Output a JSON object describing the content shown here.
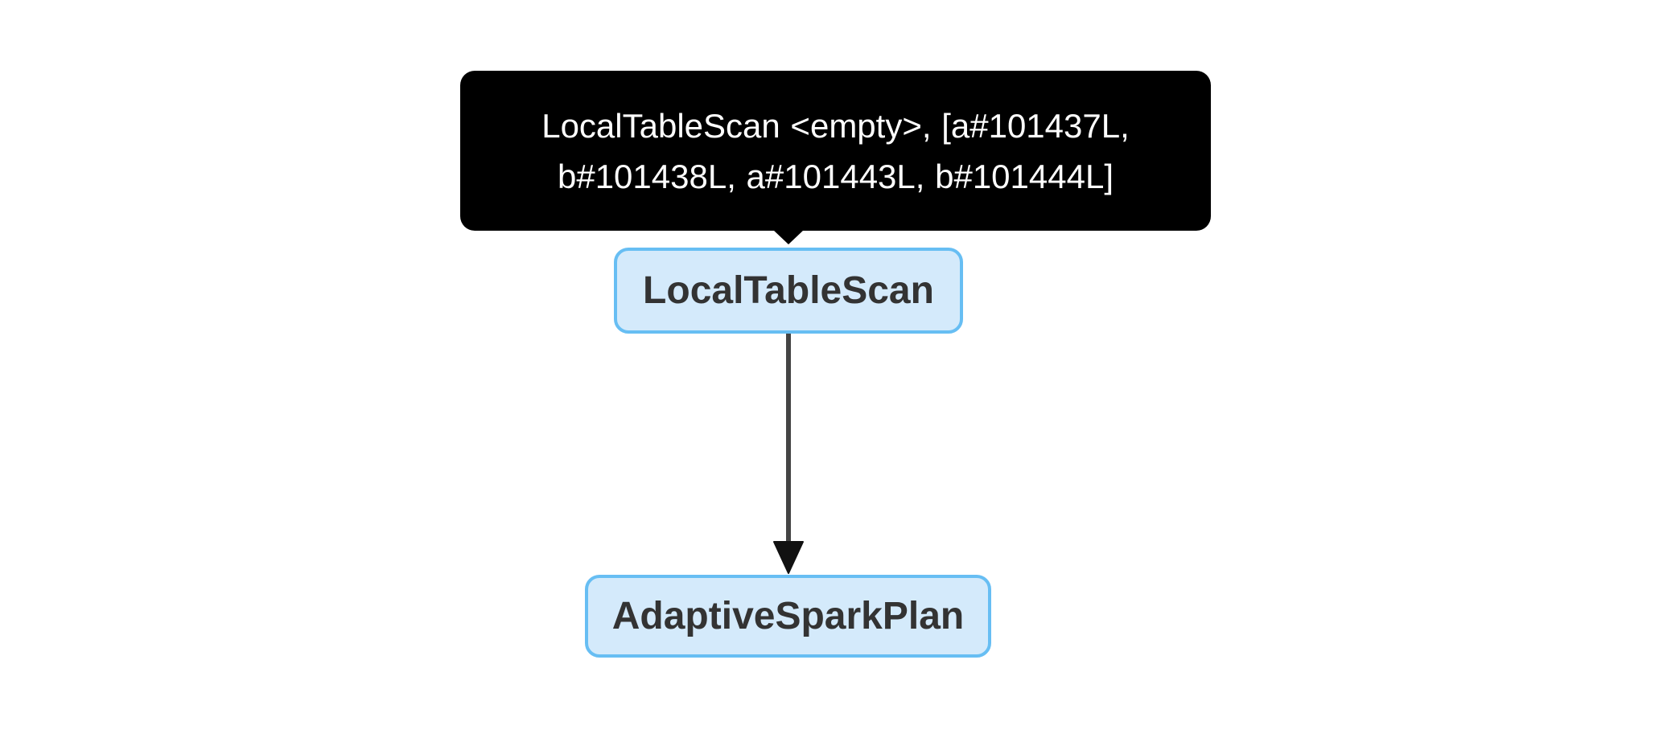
{
  "diagram": {
    "tooltip": {
      "text": "LocalTableScan <empty>, [a#101437L, b#101438L, a#101443L, b#101444L]"
    },
    "nodes": [
      {
        "id": "node-0",
        "label": "LocalTableScan"
      },
      {
        "id": "node-1",
        "label": "AdaptiveSparkPlan"
      }
    ],
    "edges": [
      {
        "from": "LocalTableScan",
        "to": "AdaptiveSparkPlan"
      }
    ],
    "colors": {
      "background": "#ffffff",
      "tooltip_bg": "#000000",
      "tooltip_text": "#ffffff",
      "node_fill": "#d4eafb",
      "node_border": "#67bef3",
      "node_text": "#333333",
      "edge_line": "#444444",
      "arrowhead": "#111111"
    }
  }
}
